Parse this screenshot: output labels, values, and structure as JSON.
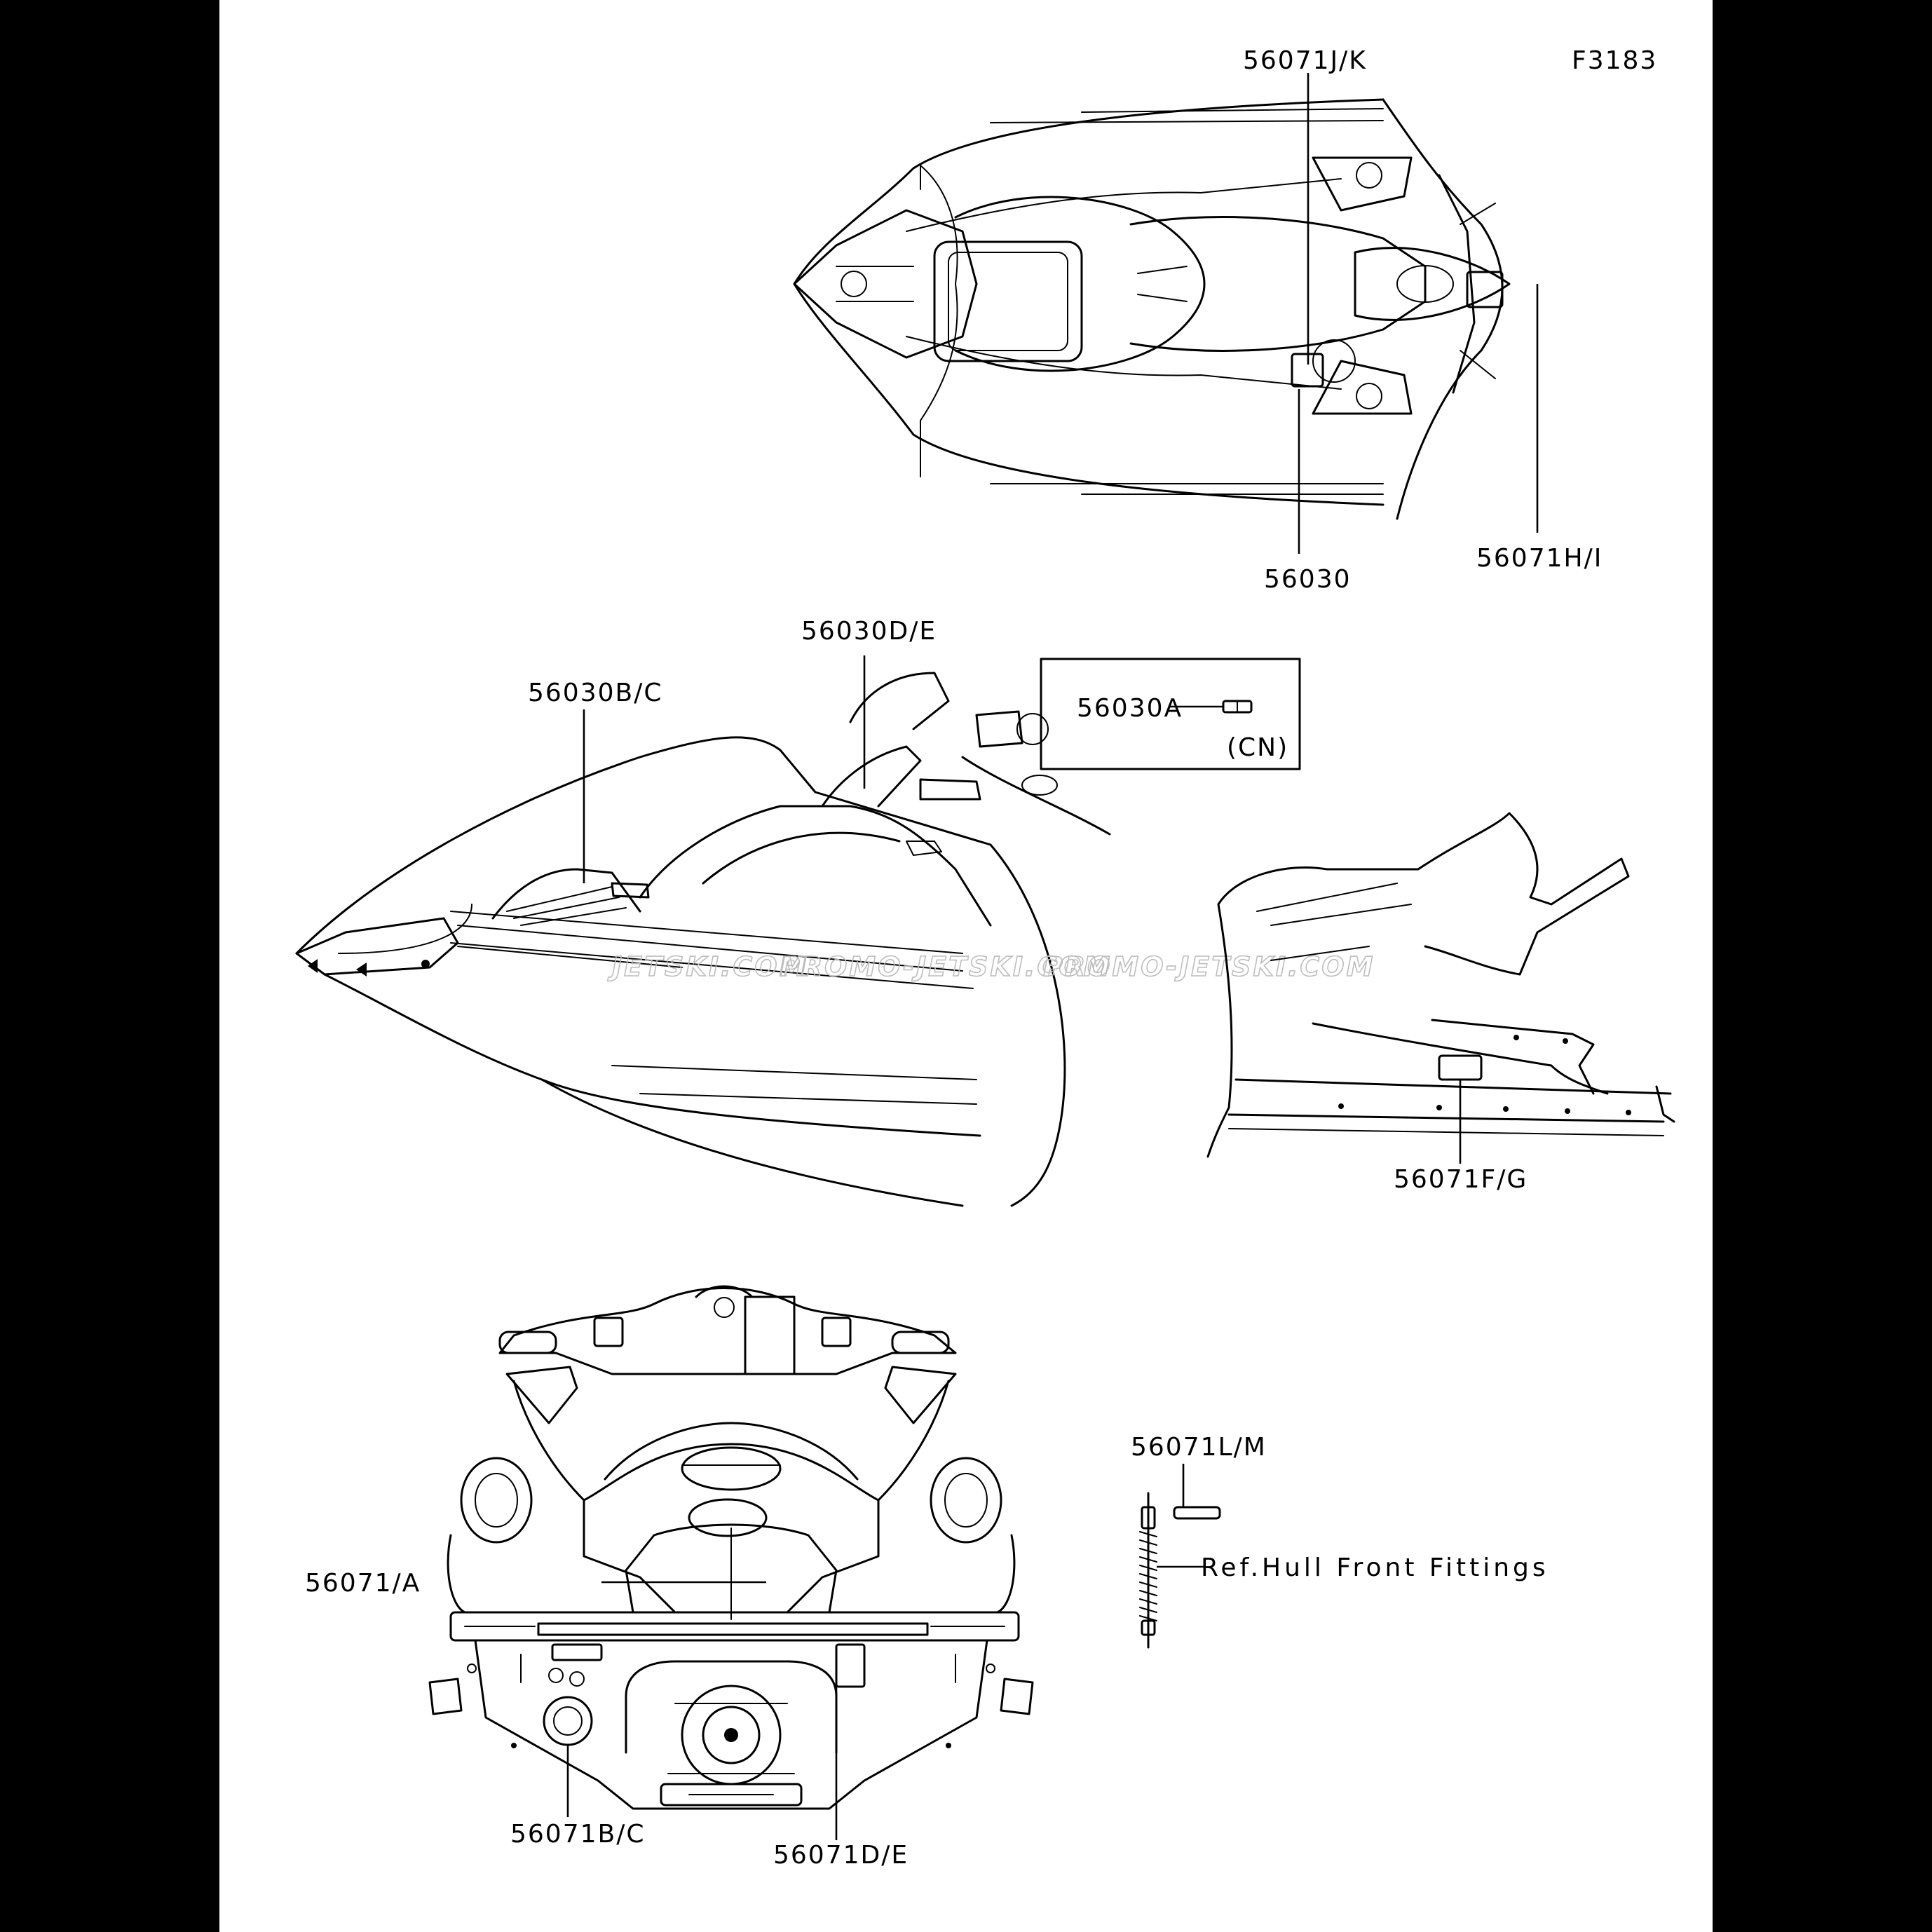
{
  "sheet": {
    "background": "#ffffff",
    "frame": "#000000",
    "line": "#000000",
    "watermark_color": "#bdbdbd"
  },
  "figure_code": "F3183",
  "watermark": {
    "segments": [
      "JETSKI.COM",
      "PROMO-JETSKI.COM",
      "PROMO-JETSKI.COM"
    ]
  },
  "callouts": {
    "top_view": {
      "c1": "56071J/K",
      "c2": "56030",
      "c3": "56071H/I"
    },
    "side_view": {
      "c1": "56030B/C",
      "c2": "56030D/E"
    },
    "cn_box": {
      "part": "56030A",
      "region": "(CN)"
    },
    "rear_side": {
      "c1": "56071F/G"
    },
    "rear_view": {
      "c1": "56071/A",
      "c2": "56071B/C",
      "c3": "56071D/E"
    },
    "front_fittings": {
      "c1": "56071L/M",
      "ref": "Ref.Hull Front Fittings"
    }
  }
}
